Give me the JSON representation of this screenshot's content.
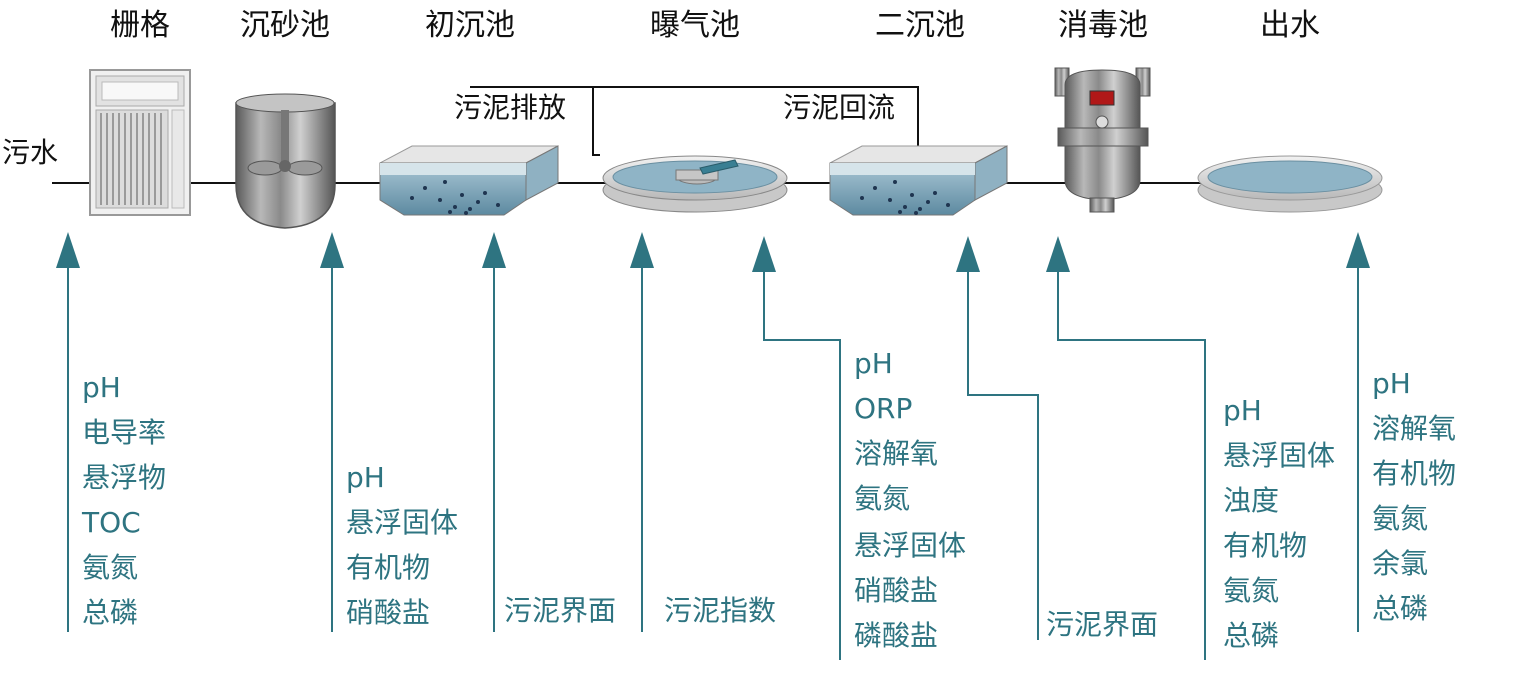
{
  "colors": {
    "teal": "#2e7481",
    "line": "#111111",
    "water": "#7ea9bd"
  },
  "stages": [
    {
      "id": "grille",
      "label": "栅格"
    },
    {
      "id": "grit",
      "label": "沉砂池"
    },
    {
      "id": "primary",
      "label": "初沉池"
    },
    {
      "id": "aeration",
      "label": "曝气池"
    },
    {
      "id": "secondary",
      "label": "二沉池"
    },
    {
      "id": "disinfection",
      "label": "消毒池"
    },
    {
      "id": "outlet",
      "label": "出水"
    }
  ],
  "flow": {
    "inlet": "污水",
    "sludge_discharge": "污泥排放",
    "sludge_return": "污泥回流"
  },
  "params": {
    "inlet": [
      "pH",
      "电导率",
      "悬浮物",
      "TOC",
      "氨氮",
      "总磷"
    ],
    "grit": [
      "pH",
      "悬浮固体",
      "有机物",
      "硝酸盐"
    ],
    "primary": [
      "污泥界面"
    ],
    "aeration_left": [
      "污泥指数"
    ],
    "aeration_right": [
      "pH",
      "ORP",
      "溶解氧",
      "氨氮",
      "悬浮固体",
      "硝酸盐",
      "磷酸盐"
    ],
    "secondary": [
      "污泥界面"
    ],
    "disinfection": [
      "pH",
      "悬浮固体",
      "浊度",
      "有机物",
      "氨氮",
      "总磷"
    ],
    "outlet": [
      "pH",
      "溶解氧",
      "有机物",
      "氨氮",
      "余氯",
      "总磷"
    ]
  }
}
